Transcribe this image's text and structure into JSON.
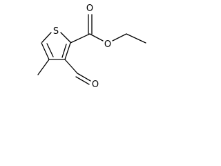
{
  "molecule": {
    "atoms": {
      "sulfur": "S",
      "ester_carbonyl_oxygen": "O",
      "ester_ether_oxygen": "O",
      "aldehyde_oxygen": "O"
    },
    "colors": {
      "line": "#000000",
      "background": "#ffffff"
    }
  }
}
